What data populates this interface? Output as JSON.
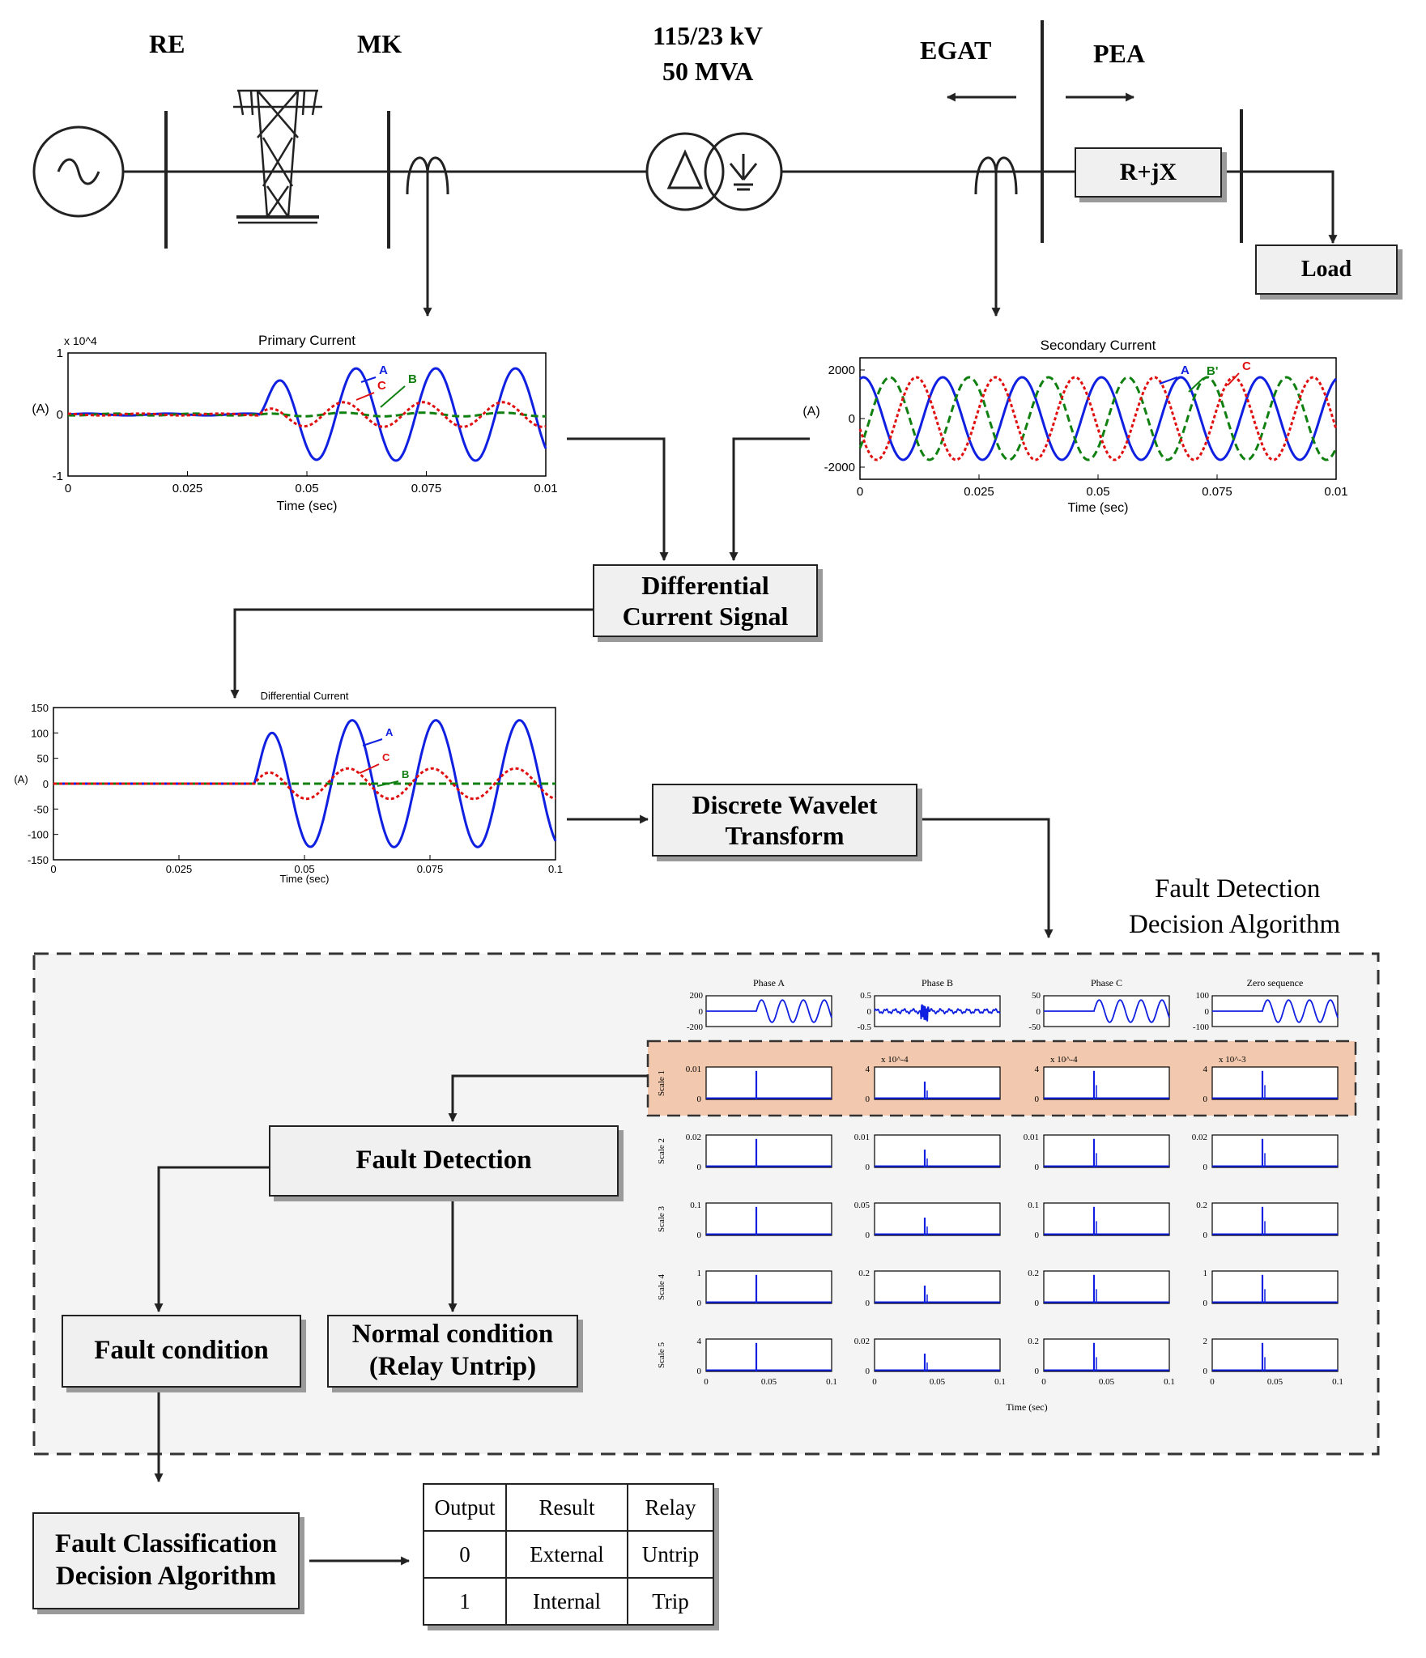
{
  "one_line_diagram": {
    "bus_re": "RE",
    "bus_mk": "MK",
    "transformer_rating_1": "115/23 kV",
    "transformer_rating_2": "50 MVA",
    "egat": "EGAT",
    "pea": "PEA",
    "impedance": "R+jX",
    "load": "Load"
  },
  "blocks": {
    "differential_line1": "Differential",
    "differential_line2": "Current Signal",
    "dwt_line1": "Discrete Wavelet",
    "dwt_line2": "Transform",
    "fault_detection_title_1": "Fault Detection",
    "fault_detection_title_2": "Decision Algorithm",
    "fault_detection": "Fault Detection",
    "fault_condition": "Fault condition",
    "normal_line1": "Normal condition",
    "normal_line2": "(Relay Untrip)",
    "classification_line1": "Fault Classification",
    "classification_line2": "Decision Algorithm"
  },
  "decision_table": {
    "headers": [
      "Output",
      "Result",
      "Relay"
    ],
    "rows": [
      [
        "0",
        "External",
        "Untrip"
      ],
      [
        "1",
        "Internal",
        "Trip"
      ]
    ]
  },
  "chart_data": [
    {
      "type": "line",
      "title": "Primary Current",
      "xlabel": "Time (sec)",
      "ylabel": "(A)",
      "y_multiplier": "x 10^4",
      "xlim": [
        0,
        0.1
      ],
      "ylim": [
        -1,
        1
      ],
      "x_ticks": [
        "0",
        "0.025",
        "0.05",
        "0.075",
        "0.01"
      ],
      "y_ticks": [
        "1",
        "0",
        "-1"
      ],
      "fault_time": 0.04,
      "series": [
        {
          "name": "A",
          "color": "#1020e0",
          "amplitude_after_fault": 0.75
        },
        {
          "name": "B",
          "color": "#108010",
          "amplitude_after_fault": 0.03
        },
        {
          "name": "C",
          "color": "#e01010",
          "amplitude_after_fault": 0.2
        }
      ]
    },
    {
      "type": "line",
      "title": "Secondary Current",
      "xlabel": "Time (sec)",
      "ylabel": "(A)",
      "xlim": [
        0,
        0.1
      ],
      "ylim": [
        -2500,
        2500
      ],
      "x_ticks": [
        "0",
        "0.025",
        "0.05",
        "0.075",
        "0.01"
      ],
      "y_ticks": [
        "2000",
        "0",
        "-2000"
      ],
      "series": [
        {
          "name": "A",
          "color": "#1020e0",
          "amplitude": 1700
        },
        {
          "name": "B'",
          "color": "#108010",
          "amplitude": 1700
        },
        {
          "name": "C",
          "color": "#e01010",
          "amplitude": 1700
        }
      ]
    },
    {
      "type": "line",
      "title": "Differential Current",
      "xlabel": "Time (sec)",
      "ylabel": "(A)",
      "xlim": [
        0,
        0.1
      ],
      "ylim": [
        -150,
        150
      ],
      "x_ticks": [
        "0",
        "0.025",
        "0.05",
        "0.075",
        "0.1"
      ],
      "y_ticks": [
        "150",
        "100",
        "50",
        "0",
        "-50",
        "-100",
        "-150"
      ],
      "fault_time": 0.04,
      "series": [
        {
          "name": "A",
          "color": "#1020e0",
          "amplitude_after_fault": 125
        },
        {
          "name": "B",
          "color": "#108010",
          "amplitude_after_fault": 0
        },
        {
          "name": "C",
          "color": "#e01010",
          "amplitude_after_fault": 30
        }
      ]
    },
    {
      "type": "line",
      "title": "Wavelet detail coefficients",
      "xlabel": "Time (sec)",
      "columns": [
        "Phase A",
        "Phase B",
        "Phase C",
        "Zero sequence"
      ],
      "rows": [
        "Scale 1",
        "Scale 2",
        "Scale 3",
        "Scale 4",
        "Scale 5"
      ],
      "x_ticks": [
        "0",
        "0.05",
        "0.1"
      ],
      "signal_y_ticks": [
        [
          "200",
          "0",
          "-200"
        ],
        [
          "0.5",
          "0",
          "-0.5"
        ],
        [
          "50",
          "0",
          "-50"
        ],
        [
          "100",
          "0",
          "-100"
        ]
      ],
      "scale_y_max": [
        [
          "0.01",
          "4",
          "4",
          "4"
        ],
        [
          "0.02",
          "0.01",
          "0.01",
          "0.02"
        ],
        [
          "0.1",
          "0.05",
          "0.1",
          "0.2"
        ],
        [
          "1",
          "0.2",
          "0.2",
          "1"
        ],
        [
          "4",
          "0.02",
          "0.2",
          "2"
        ]
      ],
      "scale1_multipliers": [
        "x 10^-4",
        "x 10^-4",
        "x 10^-3"
      ],
      "spike_time": 0.04,
      "highlighted_row": "Scale 1"
    }
  ],
  "colors": {
    "phase_a": "#1020e0",
    "phase_b": "#108010",
    "phase_c": "#e01010",
    "highlight": "#f2c9ae",
    "box_fill": "#f0f0f0",
    "panel_fill": "#f4f4f4"
  }
}
